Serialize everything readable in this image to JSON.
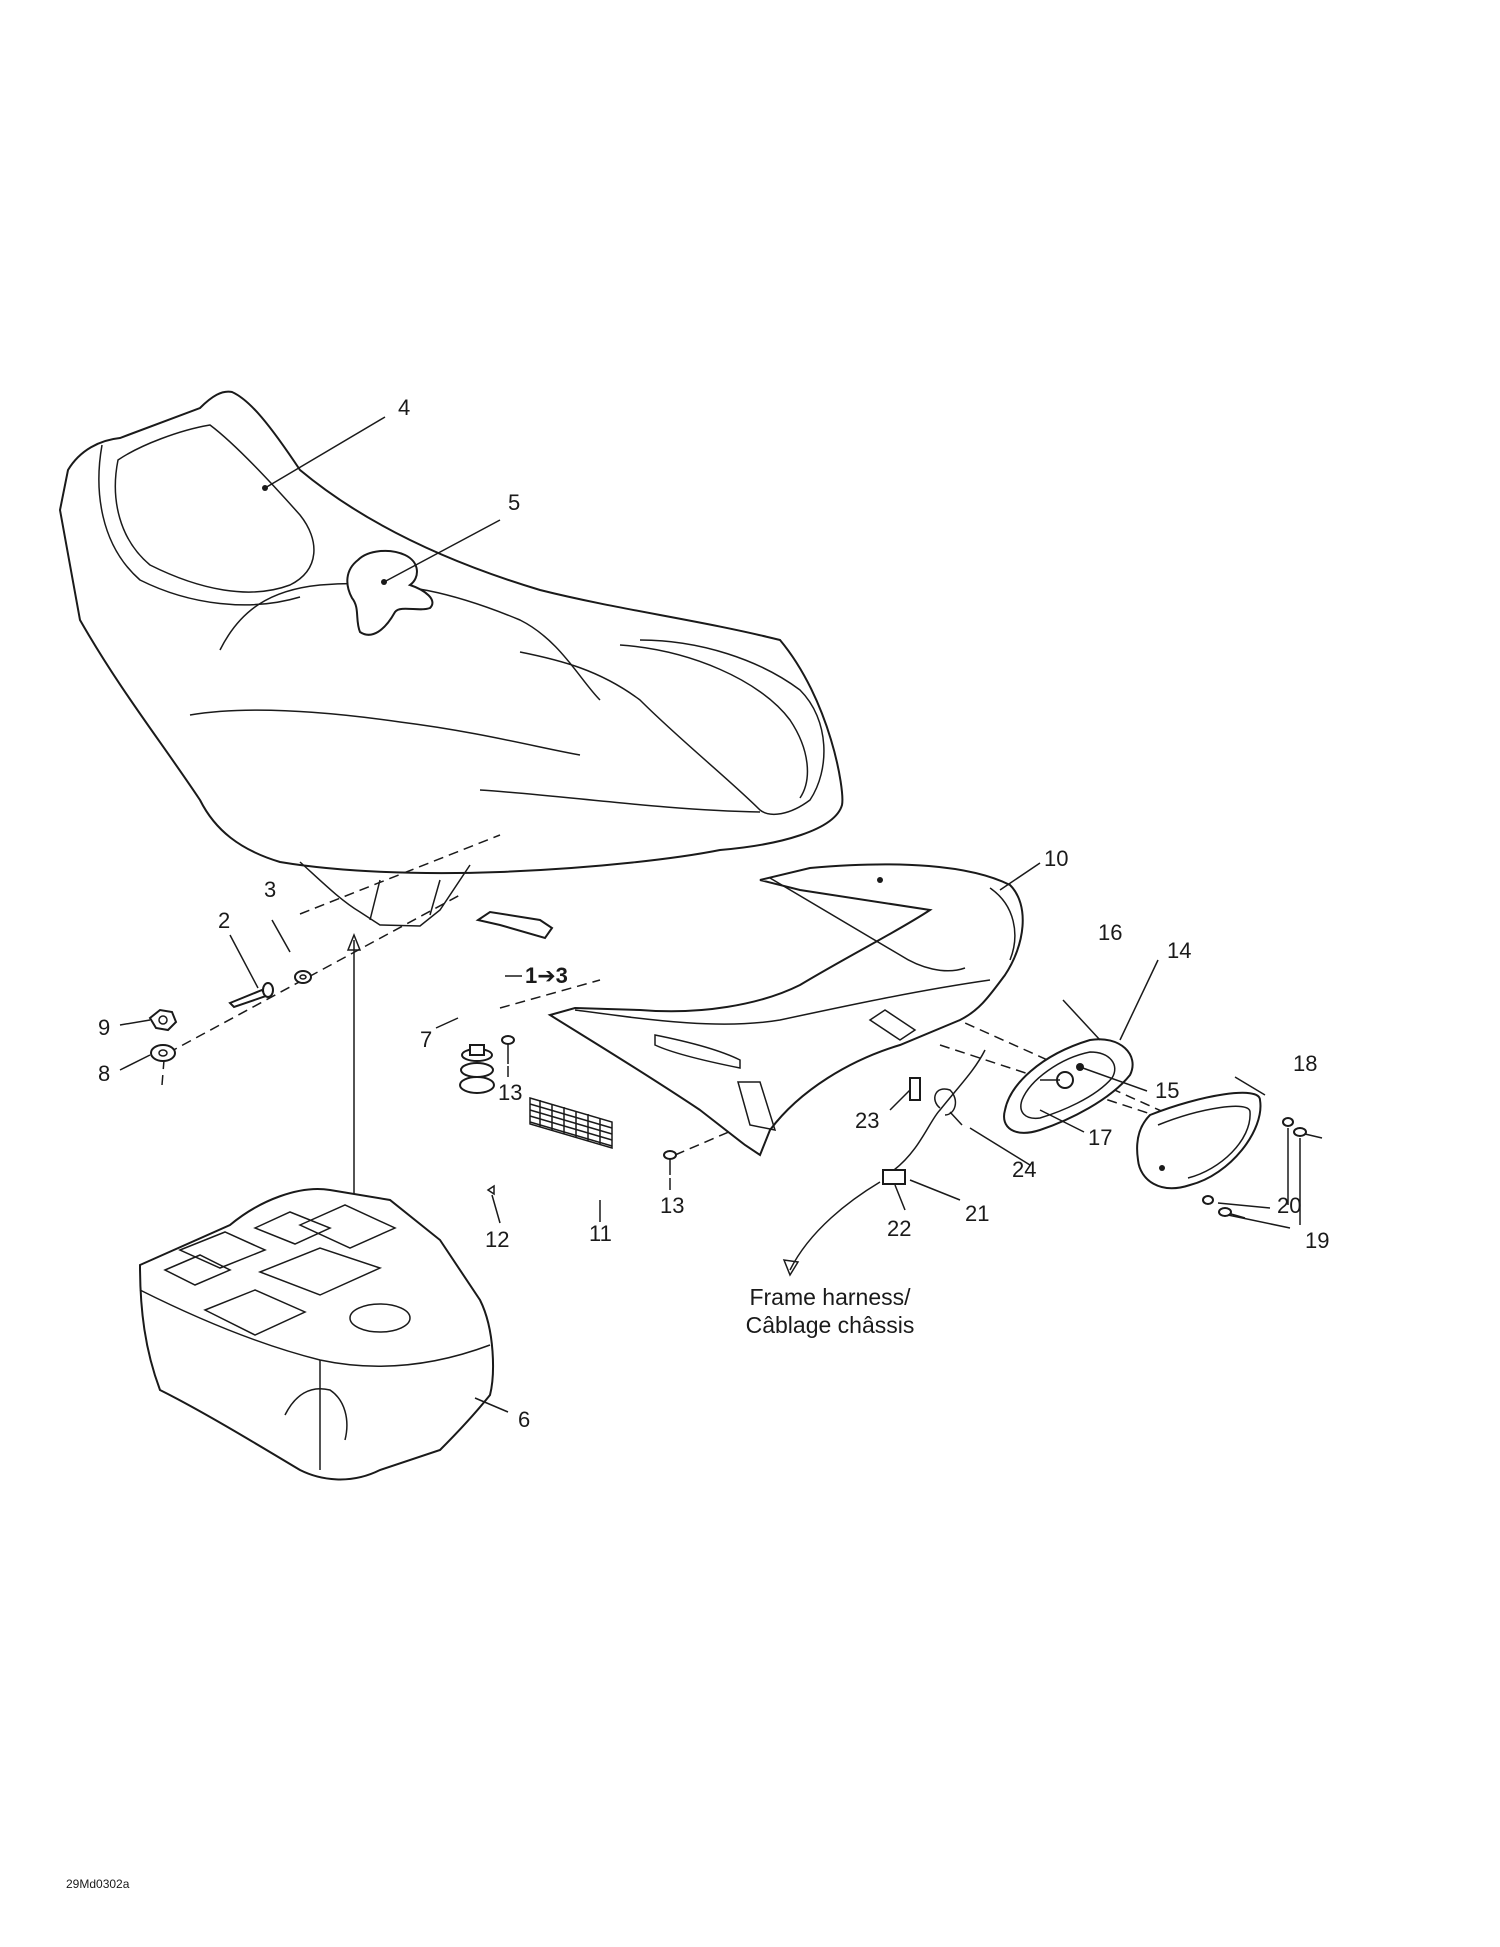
{
  "diagram": {
    "drawing_code": "29Md0302a",
    "frame_harness_note": [
      "Frame harness/",
      "Câblage châssis"
    ],
    "callouts": [
      {
        "id": "c4",
        "text": "4"
      },
      {
        "id": "c5",
        "text": "5"
      },
      {
        "id": "c10",
        "text": "10"
      },
      {
        "id": "c3",
        "text": "3"
      },
      {
        "id": "c2",
        "text": "2"
      },
      {
        "id": "c1to3",
        "text": "1➔3"
      },
      {
        "id": "c16",
        "text": "16"
      },
      {
        "id": "c14",
        "text": "14"
      },
      {
        "id": "c9",
        "text": "9"
      },
      {
        "id": "c7",
        "text": "7"
      },
      {
        "id": "c8",
        "text": "8"
      },
      {
        "id": "c18",
        "text": "18"
      },
      {
        "id": "c15",
        "text": "15"
      },
      {
        "id": "c13a",
        "text": "13"
      },
      {
        "id": "c23",
        "text": "23"
      },
      {
        "id": "c17",
        "text": "17"
      },
      {
        "id": "c24",
        "text": "24"
      },
      {
        "id": "c13b",
        "text": "13"
      },
      {
        "id": "c20",
        "text": "20"
      },
      {
        "id": "c21",
        "text": "21"
      },
      {
        "id": "c12",
        "text": "12"
      },
      {
        "id": "c11",
        "text": "11"
      },
      {
        "id": "c22",
        "text": "22"
      },
      {
        "id": "c19",
        "text": "19"
      },
      {
        "id": "c6",
        "text": "6"
      }
    ]
  }
}
